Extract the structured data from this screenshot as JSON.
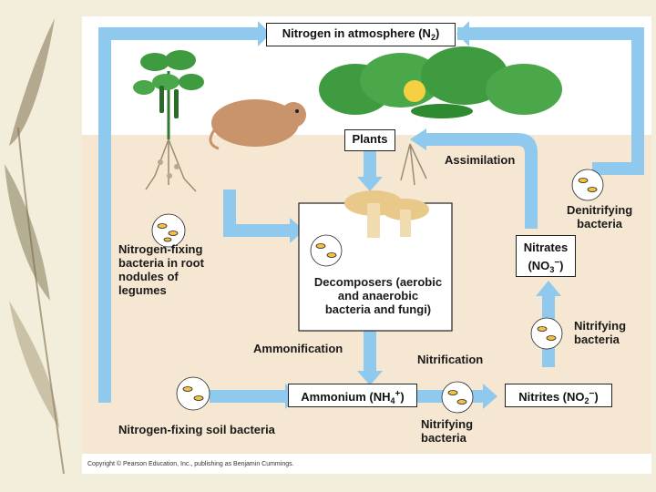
{
  "diagram": {
    "nodes": {
      "atmosphere": {
        "text": "Nitrogen in atmosphere (N",
        "sub": "2",
        "close": ")"
      },
      "plants": {
        "text": "Plants"
      },
      "decomposers": {
        "line1": "Decomposers (aerobic",
        "line2": "and anaerobic",
        "line3": "bacteria and fungi)"
      },
      "ammonium": {
        "text": "Ammonium (NH",
        "sub": "4",
        "sup": "+",
        "close": ")"
      },
      "nitrites": {
        "text": "Nitrites (NO",
        "sub": "2",
        "sup": "−",
        "close": ")"
      },
      "nitrates": {
        "line1": "Nitrates",
        "text": "(NO",
        "sub": "3",
        "sup": "−",
        "close": ")"
      }
    },
    "labels": {
      "assimilation": "Assimilation",
      "denitrifying": {
        "line1": "Denitrifying",
        "line2": "bacteria"
      },
      "nitrogen_fixing_root": {
        "line1": "Nitrogen-fixing",
        "line2": "bacteria in root",
        "line3": "nodules of",
        "line4": "legumes"
      },
      "ammonification": "Ammonification",
      "nitrification": "Nitrification",
      "nitrifying_right": {
        "line1": "Nitrifying",
        "line2": "bacteria"
      },
      "nitrifying_bottom": {
        "line1": "Nitrifying",
        "line2": "bacteria"
      },
      "soil_bacteria": "Nitrogen-fixing soil bacteria"
    },
    "copyright": "Copyright © Pearson Education, Inc., publishing as Benjamin Cummings.",
    "colors": {
      "arrow": "#8fcaee",
      "soil": "#f5e7d2",
      "bacteria": "#f5c040",
      "leaf": "#3f9b3f",
      "mushroom": "#e8c98a",
      "mole": "#c9946c"
    }
  }
}
